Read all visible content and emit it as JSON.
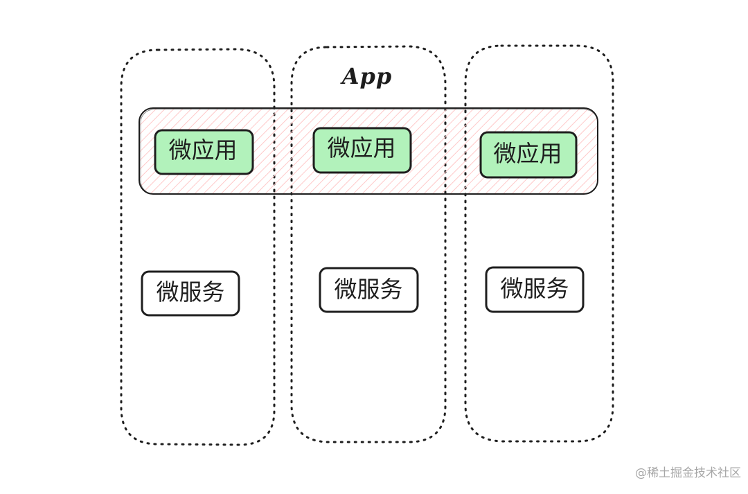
{
  "diagram": {
    "app_title": "App",
    "micro_apps": [
      "微应用",
      "微应用",
      "微应用"
    ],
    "micro_services": [
      "微服务",
      "微服务",
      "微服务"
    ]
  },
  "watermark": "@稀土掘金技术社区",
  "colors": {
    "stroke": "#1e1e1e",
    "micro_app_fill": "#b2f2bb",
    "hatch": "#ffc9c9",
    "watermark": "#a7a7a7"
  }
}
